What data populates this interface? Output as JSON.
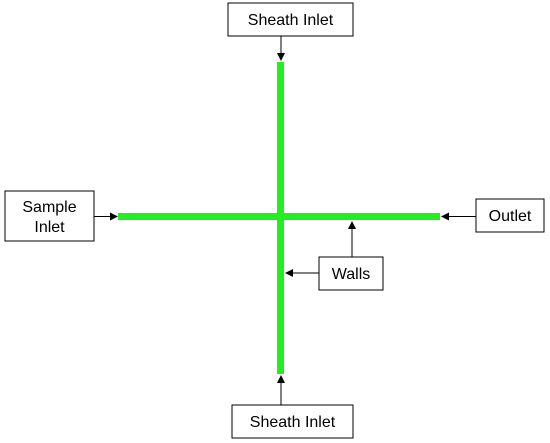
{
  "labels": {
    "sheath_inlet_top": "Sheath Inlet",
    "sample_inlet_line1": "Sample",
    "sample_inlet_line2": "Inlet",
    "outlet": "Outlet",
    "walls": "Walls",
    "sheath_inlet_bottom": "Sheath Inlet"
  },
  "colors": {
    "channel": "#22ee22",
    "stroke": "#000000",
    "box_fill": "#ffffff"
  }
}
